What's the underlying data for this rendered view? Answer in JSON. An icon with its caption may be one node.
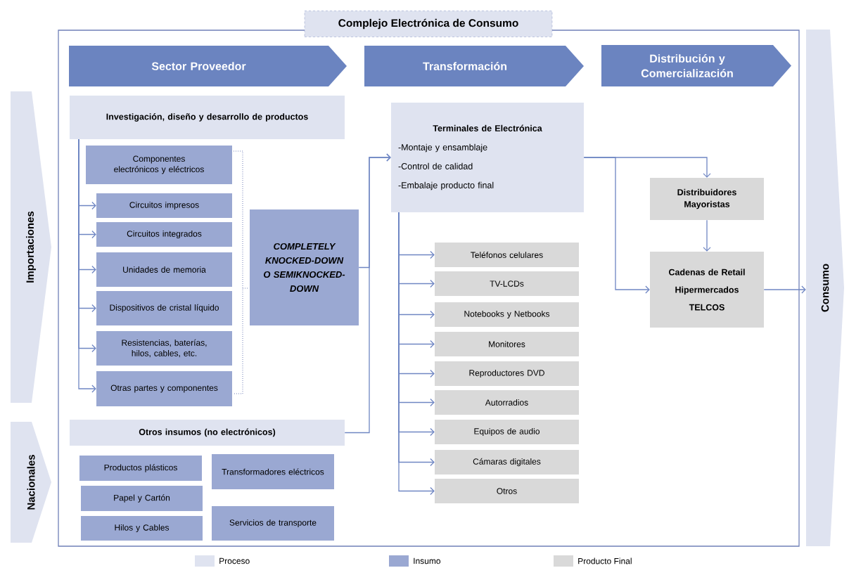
{
  "diagram": {
    "nodes": [
      {
        "text": [
          "Complejo Electrónica de Consumo"
        ]
      },
      {
        "text": [
          "Sector Proveedor"
        ],
        "in": 0
      },
      {
        "text": [
          "Transformación"
        ],
        "in": 0
      },
      {
        "text": [
          "Distribución y Comercialización"
        ],
        "in": 0
      },
      {
        "text": [
          "Importaciones"
        ]
      },
      {
        "text": [
          "Nacionales"
        ]
      },
      {
        "text": [
          "Consumo"
        ]
      },
      {
        "text": [
          "Investigación, diseño y desarrollo de productos"
        ],
        "in": 0
      },
      {
        "text": [
          "Componentes electrónicos y eléctricos"
        ],
        "in": 0
      },
      {
        "text": [
          "Circuitos impresos"
        ],
        "in": 0
      },
      {
        "text": [
          "Circuitos integrados"
        ],
        "in": 0
      },
      {
        "text": [
          "Unidades de memoria"
        ],
        "in": 0
      },
      {
        "text": [
          "Dispositivos de cristal líquido"
        ],
        "in": 0
      },
      {
        "text": [
          "Resistencias, baterías, hilos, cables, etc."
        ],
        "in": 0
      },
      {
        "text": [
          "Otras partes y componentes"
        ],
        "in": 0
      },
      {
        "text": [
          "COMPLETELY KNOCKED-DOWN O SEMIKNOCKED-DOWN"
        ],
        "in": 0
      },
      {
        "text": [
          "Otros insumos (no electrónicos)"
        ],
        "in": 0
      },
      {
        "text": [
          "Productos plásticos"
        ],
        "in": 0
      },
      {
        "text": [
          "Transformadores eléctricos"
        ],
        "in": 0
      },
      {
        "text": [
          "Papel y Cartón"
        ],
        "in": 0
      },
      {
        "text": [
          "Servicios de transporte"
        ],
        "in": 0
      },
      {
        "text": [
          "Hilos y Cables"
        ],
        "in": 0
      },
      {
        "text": [
          "Terminales de Electrónica",
          "-Montaje y ensamblaje",
          "-Control de calidad",
          "-Embalaje producto final"
        ],
        "in": 0
      },
      {
        "text": [
          "Teléfonos celulares"
        ],
        "in": 0
      },
      {
        "text": [
          "TV-LCDs"
        ],
        "in": 0
      },
      {
        "text": [
          "Notebooks y Netbooks"
        ],
        "in": 0
      },
      {
        "text": [
          "Monitores"
        ],
        "in": 0
      },
      {
        "text": [
          "Reproductores DVD"
        ],
        "in": 0
      },
      {
        "text": [
          "Autorradios"
        ],
        "in": 0
      },
      {
        "text": [
          "Equipos de audio"
        ],
        "in": 0
      },
      {
        "text": [
          "Cámaras digitales"
        ],
        "in": 0
      },
      {
        "text": [
          "Otros"
        ],
        "in": 0
      },
      {
        "text": [
          "Distribuidores Mayoristas"
        ],
        "in": 0
      },
      {
        "text": [
          "Cadenas de Retail",
          "Hipermercados",
          "TELCOS"
        ],
        "in": 0
      }
    ],
    "edges": [
      {
        "from": 7,
        "to": 9,
        "arrow": "to"
      },
      {
        "from": 7,
        "to": 10,
        "arrow": "to"
      },
      {
        "from": 7,
        "to": 11,
        "arrow": "to"
      },
      {
        "from": 7,
        "to": 12,
        "arrow": "to"
      },
      {
        "from": 7,
        "to": 13,
        "arrow": "to"
      },
      {
        "from": 7,
        "to": 14,
        "arrow": "to"
      },
      {
        "from": 15,
        "to": 22,
        "arrow": "to"
      },
      {
        "from": 16,
        "to": 22,
        "arrow": "to"
      },
      {
        "from": 22,
        "to": 23,
        "arrow": "to"
      },
      {
        "from": 22,
        "to": 24,
        "arrow": "to"
      },
      {
        "from": 22,
        "to": 25,
        "arrow": "to"
      },
      {
        "from": 22,
        "to": 26,
        "arrow": "to"
      },
      {
        "from": 22,
        "to": 27,
        "arrow": "to"
      },
      {
        "from": 22,
        "to": 28,
        "arrow": "to"
      },
      {
        "from": 22,
        "to": 29,
        "arrow": "to"
      },
      {
        "from": 22,
        "to": 30,
        "arrow": "to"
      },
      {
        "from": 22,
        "to": 31,
        "arrow": "to"
      },
      {
        "from": 22,
        "to": 32,
        "arrow": "to"
      },
      {
        "from": 22,
        "to": 33,
        "arrow": "to"
      },
      {
        "from": 32,
        "to": 33,
        "arrow": "to"
      },
      {
        "from": 33,
        "to": 6,
        "arrow": "to"
      }
    ],
    "legend": [
      {
        "text": "Proceso",
        "color": "#dfe3f0"
      },
      {
        "text": "Insumo",
        "color": "#9aa8d2"
      },
      {
        "text": "Producto Final",
        "color": "#d9d9d9"
      }
    ]
  }
}
